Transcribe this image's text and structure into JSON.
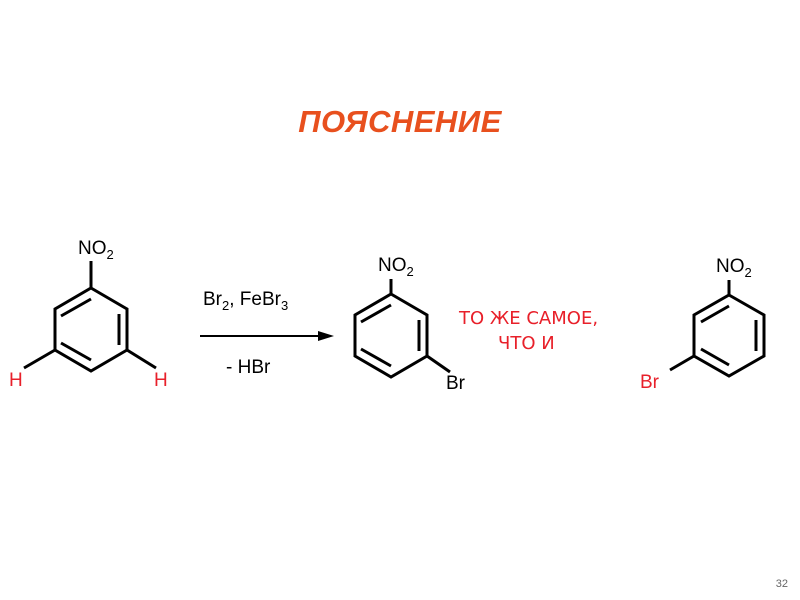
{
  "slide": {
    "title": "ПОЯСНЕНИЕ",
    "page_number": "32",
    "accent_color": "#e8501e"
  },
  "reaction": {
    "reactant": {
      "top_group": "NO",
      "top_group_sub": "2",
      "left_h": "H",
      "right_h": "H"
    },
    "reagents": {
      "br_part": "Br",
      "br_sub": "2",
      "sep": ", ",
      "fe_part": "FeBr",
      "fe_sub": "3"
    },
    "byproduct": "- HBr",
    "product": {
      "top_group": "NO",
      "top_group_sub": "2",
      "sub_group": "Br"
    }
  },
  "comparison": {
    "line1": "ТО ЖЕ САМОЕ,",
    "line2": "ЧТО И",
    "color": "#e8202a",
    "molecule": {
      "top_group": "NO",
      "top_group_sub": "2",
      "sub_group": "Br"
    }
  }
}
